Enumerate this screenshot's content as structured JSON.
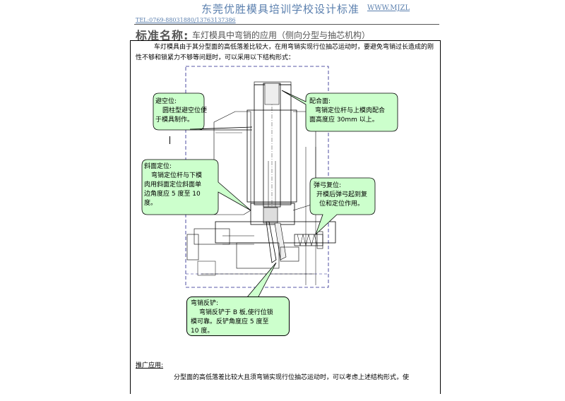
{
  "header": {
    "school": "东莞优胜模具培训学校设计标准",
    "url": "WWW.MJZL",
    "tel": "TEL:0769-88031880/13763137386"
  },
  "standard": {
    "label": "标准名称:",
    "value": "车灯模具中弯销的应用（侧向分型与抽芯机构）"
  },
  "intro": "车灯模具由于其分型面的高低落差比较大，在用弯销实现行位抽芯运动时，要避免弯销过长造成的刚性不够和锁紧力不够等问题时，可以采用以下结构形式：",
  "callouts": {
    "clearance": {
      "title": "避空位:",
      "lines": [
        "圆柱型避空位便",
        "于模具制作。"
      ]
    },
    "mating": {
      "title": "配合面:",
      "lines": [
        "弯销定位杆与上模肉配合",
        "面高度应 30mm 以上。"
      ]
    },
    "bevel": {
      "title": "斜面定位:",
      "lines": [
        "弯销定位杆与下模",
        "肉用斜面定位斜面单",
        "边角度应 5 度至 10",
        "度。"
      ]
    },
    "spring": {
      "title": "弹弓复位:",
      "lines": [
        "开模后弹弓起到复",
        "位和定位作用。"
      ]
    },
    "heel": {
      "title": "弯销反铲:",
      "lines": [
        "弯销反铲于 B 板,使行位锁",
        "模可靠。反铲角度应 5 度至",
        "10 度。"
      ]
    }
  },
  "colors": {
    "callout_fill": "#ccffcc",
    "header_blue": "#5a7fae"
  },
  "section": {
    "title": "推广应用:",
    "body": "分型面的高低落差比较大且须弯销实现行位抽芯运动时，可以考虑上述结构形式，使"
  }
}
